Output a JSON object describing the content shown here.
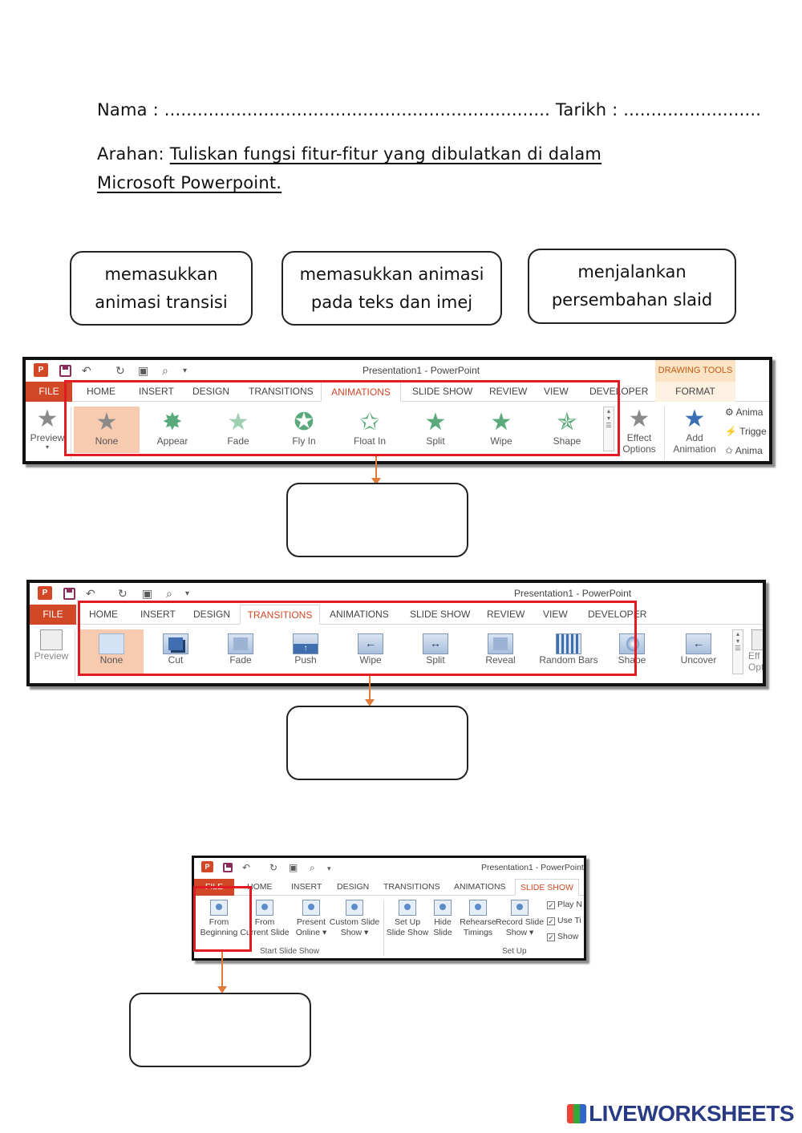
{
  "worksheet": {
    "name_line": "Nama : ...................................................................... Tarikh : .........................",
    "instruction_label": "Arahan:",
    "instruction_text": "Tuliskan fungsi fitur-fitur yang dibulatkan  di dalam Microsoft Powerpoint."
  },
  "answer_options": [
    {
      "line1": "memasukkan",
      "line2": "animasi transisi"
    },
    {
      "line1": "memasukkan animasi",
      "line2": "pada teks dan imej"
    },
    {
      "line1": "menjalankan",
      "line2": "persembahan slaid"
    }
  ],
  "ribbon1": {
    "title": "Presentation1 - PowerPoint",
    "logo": "P",
    "context_header": "DRAWING TOOLS",
    "context_tab": "FORMAT",
    "tabs": [
      "FILE",
      "HOME",
      "INSERT",
      "DESIGN",
      "TRANSITIONS",
      "ANIMATIONS",
      "SLIDE SHOW",
      "REVIEW",
      "VIEW",
      "DEVELOPER"
    ],
    "preview": "Preview",
    "gallery": [
      "None",
      "Appear",
      "Fade",
      "Fly In",
      "Float In",
      "Split",
      "Wipe",
      "Shape"
    ],
    "effect_options_1": "Effect",
    "effect_options_2": "Options",
    "add_animation_1": "Add",
    "add_animation_2": "Animation",
    "side_items": [
      "Anima",
      "Trigge",
      "Anima"
    ]
  },
  "ribbon2": {
    "title": "Presentation1 - PowerPoint",
    "logo": "P",
    "tabs": [
      "FILE",
      "HOME",
      "INSERT",
      "DESIGN",
      "TRANSITIONS",
      "ANIMATIONS",
      "SLIDE SHOW",
      "REVIEW",
      "VIEW",
      "DEVELOPER"
    ],
    "preview": "Preview",
    "gallery": [
      "None",
      "Cut",
      "Fade",
      "Push",
      "Wipe",
      "Split",
      "Reveal",
      "Random Bars",
      "Shape",
      "Uncover"
    ],
    "effect_1": "Eff",
    "effect_2": "Opti"
  },
  "ribbon3": {
    "title": "Presentation1 - PowerPoint",
    "logo": "P",
    "tabs": [
      "FILE",
      "HOME",
      "INSERT",
      "DESIGN",
      "TRANSITIONS",
      "ANIMATIONS",
      "SLIDE SHOW"
    ],
    "items": [
      {
        "l1": "From",
        "l2": "Beginning"
      },
      {
        "l1": "From",
        "l2": "Current Slide"
      },
      {
        "l1": "Present",
        "l2": "Online ▾"
      },
      {
        "l1": "Custom Slide",
        "l2": "Show ▾"
      },
      {
        "l1": "Set Up",
        "l2": "Slide Show"
      },
      {
        "l1": "Hide",
        "l2": "Slide"
      },
      {
        "l1": "Rehearse",
        "l2": "Timings"
      },
      {
        "l1": "Record Slide",
        "l2": "Show ▾"
      }
    ],
    "group_start": "Start Slide Show",
    "group_setup": "Set Up",
    "checks": [
      "Play N",
      "Use Ti",
      "Show"
    ]
  },
  "brand": "LIVEWORKSHEETS",
  "colors": {
    "accent": "#d24726",
    "highlight": "#e21b23",
    "arrow": "#e07b39"
  }
}
